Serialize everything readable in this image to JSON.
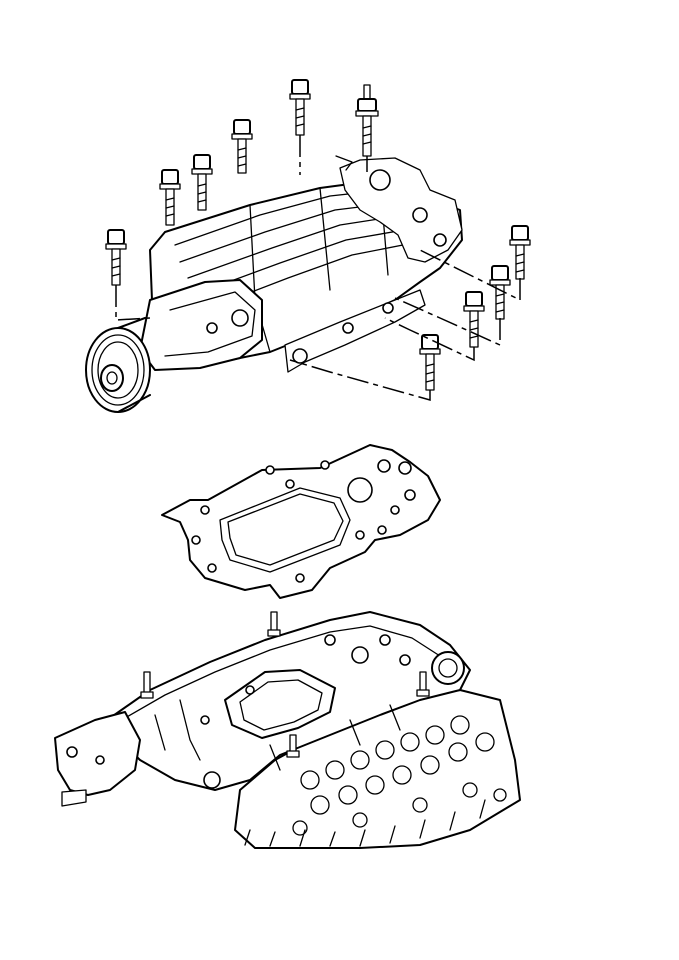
{
  "diagram": {
    "parts": [
      {
        "id": "supercharger",
        "icon": "supercharger-assembly-icon"
      },
      {
        "id": "gasket",
        "icon": "intake-gasket-icon"
      },
      {
        "id": "lower-intake-manifold",
        "icon": "lower-intake-manifold-icon"
      }
    ],
    "fasteners": {
      "supercharger_bolts": 10,
      "manifold_studs": 4
    },
    "colors": {
      "line": "#000000",
      "background": "#ffffff"
    }
  }
}
